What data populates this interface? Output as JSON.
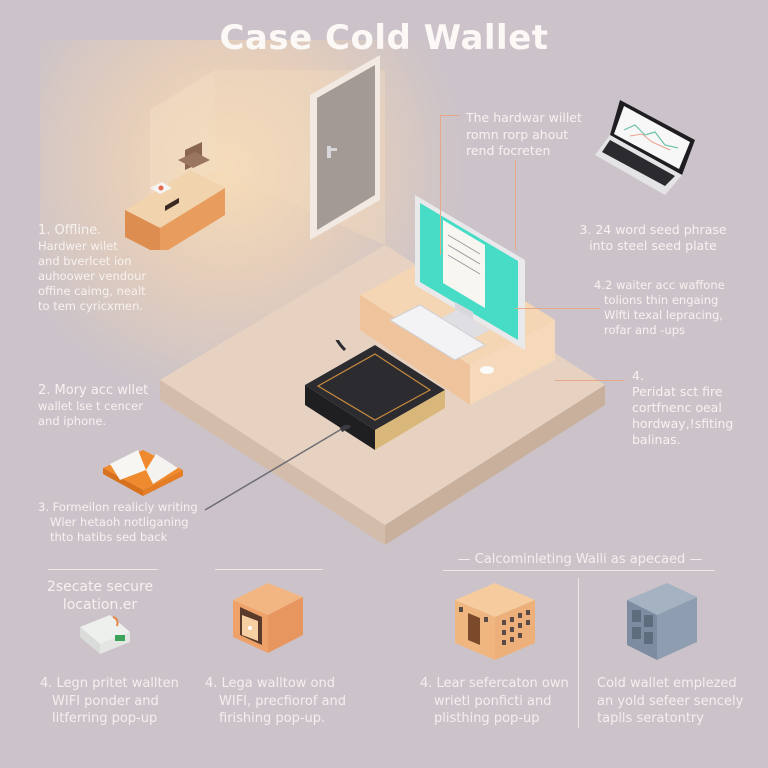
{
  "title": "Case Cold Wallet",
  "callouts": {
    "top_center": {
      "lines": [
        "The hardwar willet",
        "romn rorp ahout",
        "rend focreten"
      ]
    },
    "step1": {
      "heading": "1. Offline.",
      "lines": [
        "Hardwer wilet",
        "and bverlcet ion",
        "auhoower vendour",
        "offine caimg, nealt",
        "to tem cyricxmen."
      ]
    },
    "step2": {
      "heading": "2. Mory acc wllet",
      "lines": [
        "wallet lse t cencer",
        "and iphone."
      ]
    },
    "step3_left": {
      "lines": [
        "3. Formeilon realicly writing",
        "Wler hetaoh notliganing",
        "thto hatibs sed back"
      ]
    },
    "step3_right": {
      "lines": [
        "3. 24 word seed phrase",
        "into steel seed plate"
      ]
    },
    "step4_right": {
      "lines": [
        "4.2 waiter acc waffone",
        "tolions thin engaing",
        "Wlfti texal lepracing,",
        "rofar and -ups"
      ]
    },
    "step4_lower": {
      "heading": "4.",
      "lines": [
        "Peridat sct fire",
        "cortfnenc oeal",
        "hordway,!sfiting",
        "balinas."
      ]
    }
  },
  "section_header": "Calcominleting Walli as apecaed",
  "bottom_cards": [
    {
      "title_lines": [
        "2secate secure",
        "location.er"
      ],
      "icon": "usb-hardware-wallet-icon",
      "lines": [
        "4. Legn pritet wallten",
        "WIFI ponder and",
        "litferring pop-up"
      ]
    },
    {
      "icon": "safe-box-icon",
      "lines": [
        "4. Lega walltow ond",
        "WIFI, precfiorof and",
        "firishing pop-up."
      ]
    },
    {
      "icon": "building-icon",
      "lines": [
        "4. Lear sefercaton own",
        "wrietl ponficti and",
        "plisthing pop-up"
      ]
    },
    {
      "icon": "steel-vault-icon",
      "lines": [
        "Cold wallet emplezed",
        "an yold sefeer sencely",
        "taplls seratontry"
      ]
    }
  ],
  "colors": {
    "background": "#cbc3c9",
    "floor": "#e8d3c2",
    "accent_orange": "#e6a88a",
    "screen_teal": "#46dcc6",
    "book_dark": "#2c2c30",
    "vault_blue": "#8796a8"
  }
}
